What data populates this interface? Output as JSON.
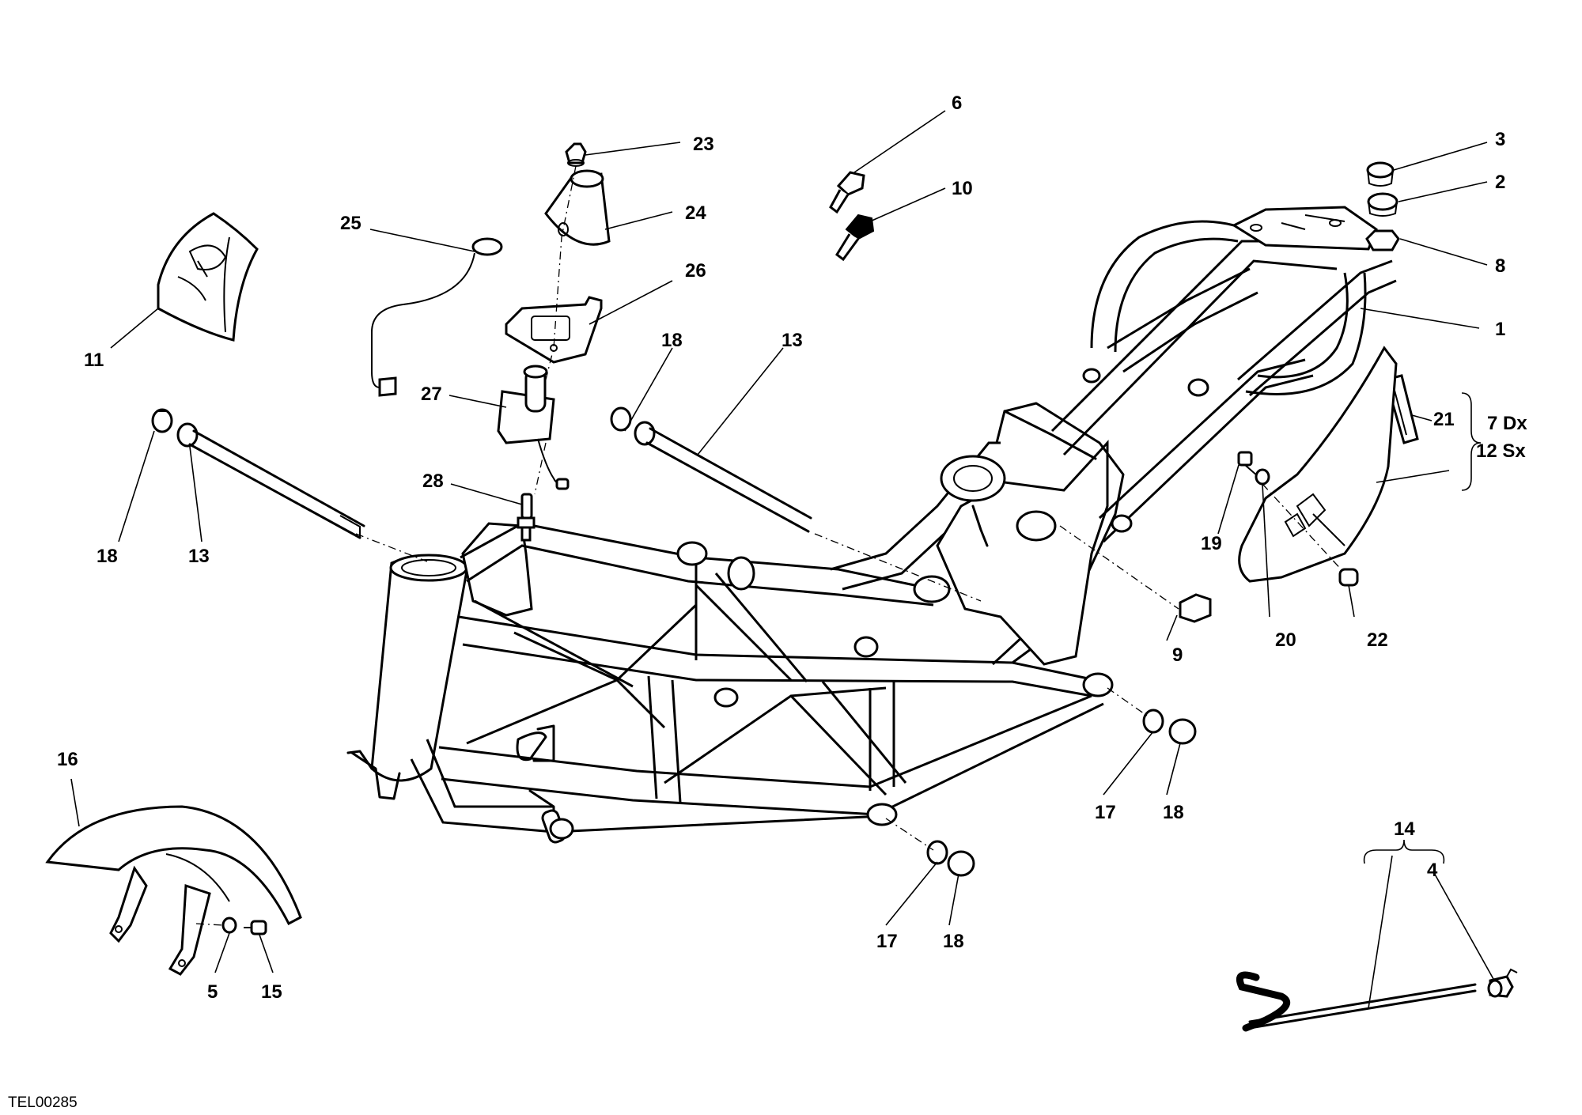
{
  "drawing_ref": "TEL00285",
  "labels": {
    "p1": "1",
    "p2": "2",
    "p3": "3",
    "p4": "4",
    "p5": "5",
    "p6": "6",
    "p8": "8",
    "p9": "9",
    "p10": "10",
    "p11": "11",
    "p13a": "13",
    "p13b": "13",
    "p14": "14",
    "p15": "15",
    "p16": "16",
    "p17a": "17",
    "p17b": "17",
    "p18a": "18",
    "p18b": "18",
    "p18c": "18",
    "p18d": "18",
    "p19": "19",
    "p20": "20",
    "p21": "21",
    "p22": "22",
    "p23": "23",
    "p24": "24",
    "p25": "25",
    "p26": "26",
    "p27": "27",
    "p28": "28",
    "side_right": "7 Dx",
    "side_left": "12 Sx"
  }
}
